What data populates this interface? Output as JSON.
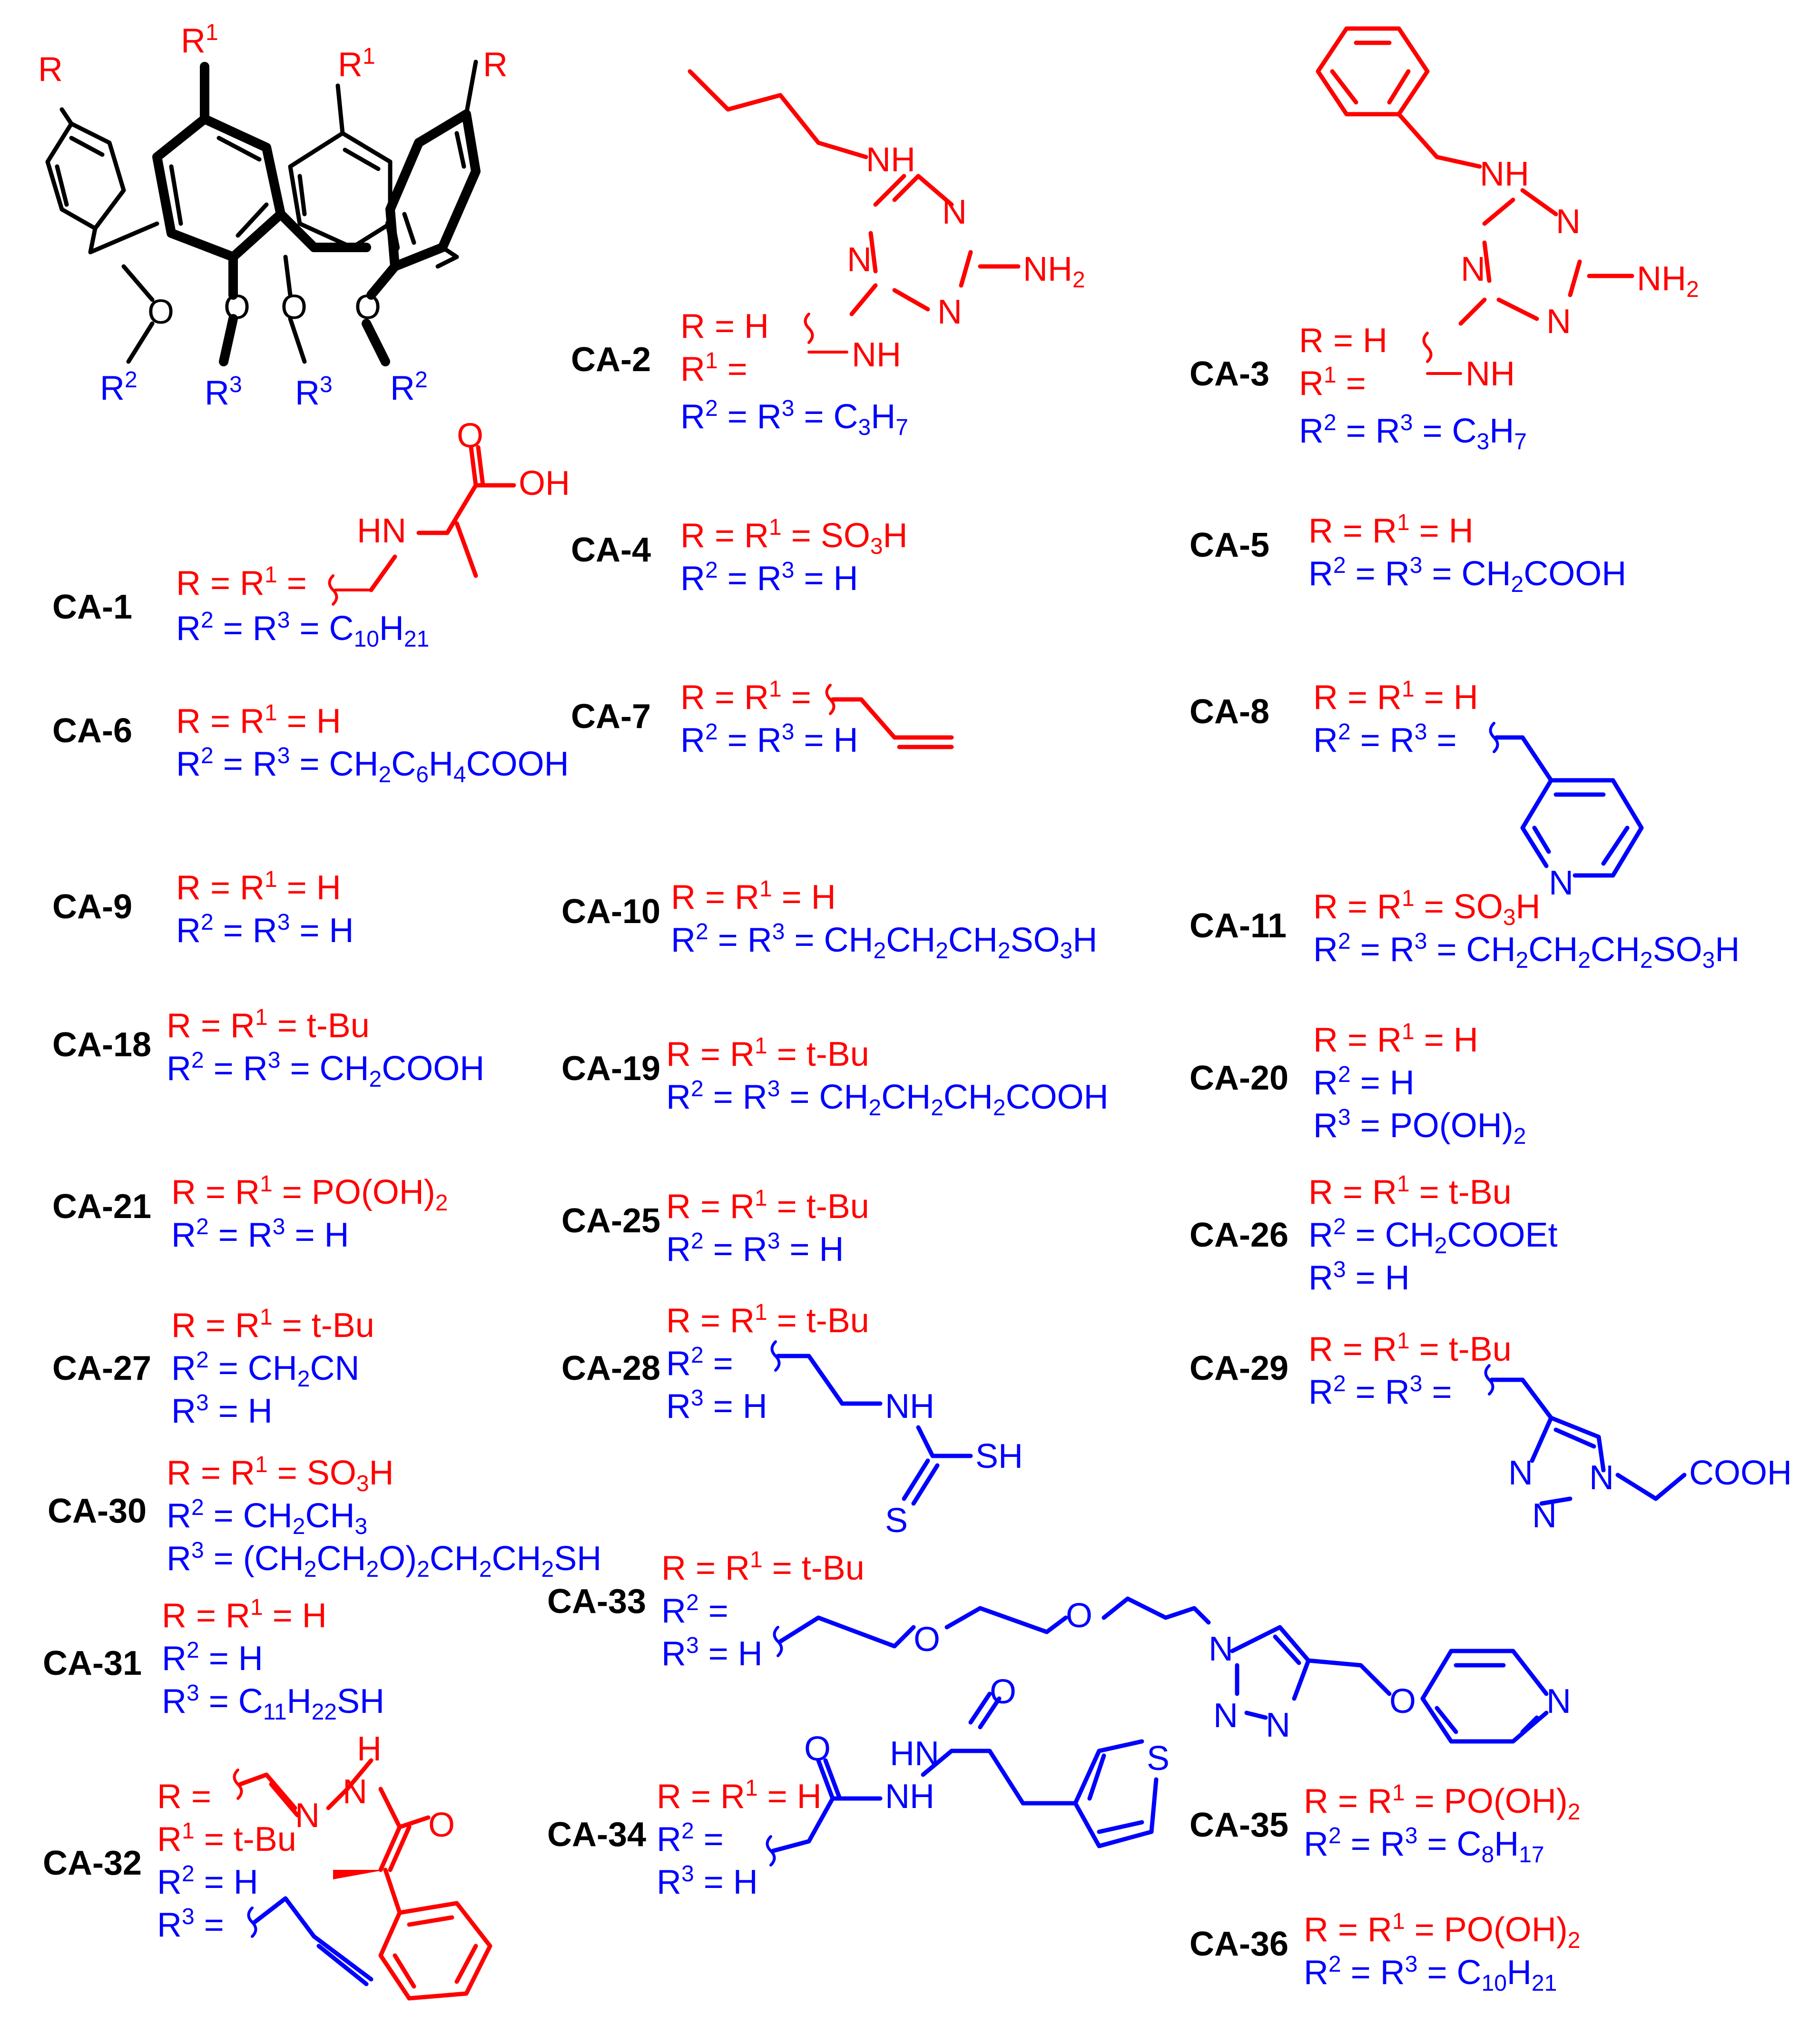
{
  "colors": {
    "substituent_r": "#ff0000",
    "substituent_o": "#0000ff",
    "label": "#000000"
  },
  "core": {
    "R_left": "R",
    "R_right": "R",
    "R1_left": "R1",
    "R1_right": "R1",
    "O": "O",
    "R2": "R2",
    "R3": "R3"
  },
  "atoms": {
    "NH": "NH",
    "N": "N",
    "NH2": "NH2",
    "HN": "HN",
    "OH": "OH",
    "O": "O",
    "S": "S",
    "SH": "SH",
    "COOH": "COOH",
    "HNN": "HN",
    "H": "H"
  },
  "compounds": [
    {
      "id": "CA-1",
      "label": "CA-1",
      "red": [
        "R = R1 = "
      ],
      "blue": [
        "R2 = R3 = C10H21"
      ]
    },
    {
      "id": "CA-2",
      "label": "CA-2",
      "red": [
        "R = H",
        "R1 = "
      ],
      "blue": [
        "R2 = R3 = C3H7"
      ]
    },
    {
      "id": "CA-3",
      "label": "CA-3",
      "red": [
        "R = H",
        "R1 = "
      ],
      "blue": [
        "R2 = R3 = C3H7"
      ]
    },
    {
      "id": "CA-4",
      "label": "CA-4",
      "red": [
        "R = R1 = SO3H"
      ],
      "blue": [
        "R2 = R3 = H"
      ]
    },
    {
      "id": "CA-5",
      "label": "CA-5",
      "red": [
        "R = R1 = H"
      ],
      "blue": [
        "R2 = R3 = CH2COOH"
      ]
    },
    {
      "id": "CA-6",
      "label": "CA-6",
      "red": [
        "R = R1 = H"
      ],
      "blue": [
        "R2 = R3 = CH2C6H4COOH"
      ]
    },
    {
      "id": "CA-7",
      "label": "CA-7",
      "red": [
        "R = R1 = "
      ],
      "blue": [
        "R2 = R3 = H"
      ]
    },
    {
      "id": "CA-8",
      "label": "CA-8",
      "red": [
        "R = R1 = H"
      ],
      "blue": [
        "R2 = R3 = "
      ]
    },
    {
      "id": "CA-9",
      "label": "CA-9",
      "red": [
        "R = R1 = H"
      ],
      "blue": [
        "R2 = R3 = H"
      ]
    },
    {
      "id": "CA-10",
      "label": "CA-10",
      "red": [
        "R = R1 = H"
      ],
      "blue": [
        "R2 = R3 = CH2CH2CH2SO3H"
      ]
    },
    {
      "id": "CA-11",
      "label": "CA-11",
      "red": [
        "R = R1 = SO3H"
      ],
      "blue": [
        "R2 = R3 = CH2CH2CH2SO3H"
      ]
    },
    {
      "id": "CA-18",
      "label": "CA-18",
      "red": [
        "R = R1 = t-Bu"
      ],
      "blue": [
        "R2 = R3 =  CH2COOH"
      ]
    },
    {
      "id": "CA-19",
      "label": "CA-19",
      "red": [
        "R = R1 = t-Bu"
      ],
      "blue": [
        "R2 = R3 = CH2CH2CH2COOH"
      ]
    },
    {
      "id": "CA-20",
      "label": "CA-20",
      "red": [
        "R = R1 = H"
      ],
      "blue": [
        "R2 = H",
        "R3 = PO(OH)2"
      ]
    },
    {
      "id": "CA-21",
      "label": "CA-21",
      "red": [
        "R = R1 = PO(OH)2"
      ],
      "blue": [
        "R2 = R3 = H"
      ]
    },
    {
      "id": "CA-25",
      "label": "CA-25",
      "red": [
        "R = R1 = t-Bu"
      ],
      "blue": [
        "R2 = R3 = H"
      ]
    },
    {
      "id": "CA-26",
      "label": "CA-26",
      "red": [
        "R = R1 = t-Bu"
      ],
      "blue": [
        "R2 = CH2COOEt",
        "R3 = H"
      ]
    },
    {
      "id": "CA-27",
      "label": "CA-27",
      "red": [
        "R = R1 = t-Bu"
      ],
      "blue": [
        "R2 = CH2CN",
        "R3 = H"
      ]
    },
    {
      "id": "CA-28",
      "label": "CA-28",
      "red": [
        "R = R1 = t-Bu"
      ],
      "blue": [
        "R2 = ",
        "R3 = H"
      ]
    },
    {
      "id": "CA-29",
      "label": "CA-29",
      "red": [
        "R = R1 = t-Bu"
      ],
      "blue": [
        "R2 = R3 = "
      ]
    },
    {
      "id": "CA-30",
      "label": "CA-30",
      "red": [
        "R = R1 = SO3H"
      ],
      "blue": [
        "R2 = CH2CH3",
        "R3 = (CH2CH2O)2CH2CH2SH"
      ]
    },
    {
      "id": "CA-31",
      "label": "CA-31",
      "red": [
        "R = R1 = H"
      ],
      "blue": [
        "R2 = H",
        "R3 = C11H22SH"
      ]
    },
    {
      "id": "CA-32",
      "label": "CA-32",
      "red": [
        "R = ",
        "R1 = t-Bu"
      ],
      "blue": [
        "R2 = H",
        "R3 = "
      ]
    },
    {
      "id": "CA-33",
      "label": "CA-33",
      "red": [
        "R = R1 = t-Bu"
      ],
      "blue": [
        "R2 = ",
        "R3 = H"
      ]
    },
    {
      "id": "CA-34",
      "label": "CA-34",
      "red": [
        "R = R1 = H"
      ],
      "blue": [
        "R2 = ",
        "R3 = H"
      ]
    },
    {
      "id": "CA-35",
      "label": "CA-35",
      "red": [
        "R = R1 = PO(OH)2"
      ],
      "blue": [
        "R2 = R3 = C8H17"
      ]
    },
    {
      "id": "CA-36",
      "label": "CA-36",
      "red": [
        "R = R1 = PO(OH)2"
      ],
      "blue": [
        "R2 = R3 = C10H21"
      ]
    }
  ]
}
